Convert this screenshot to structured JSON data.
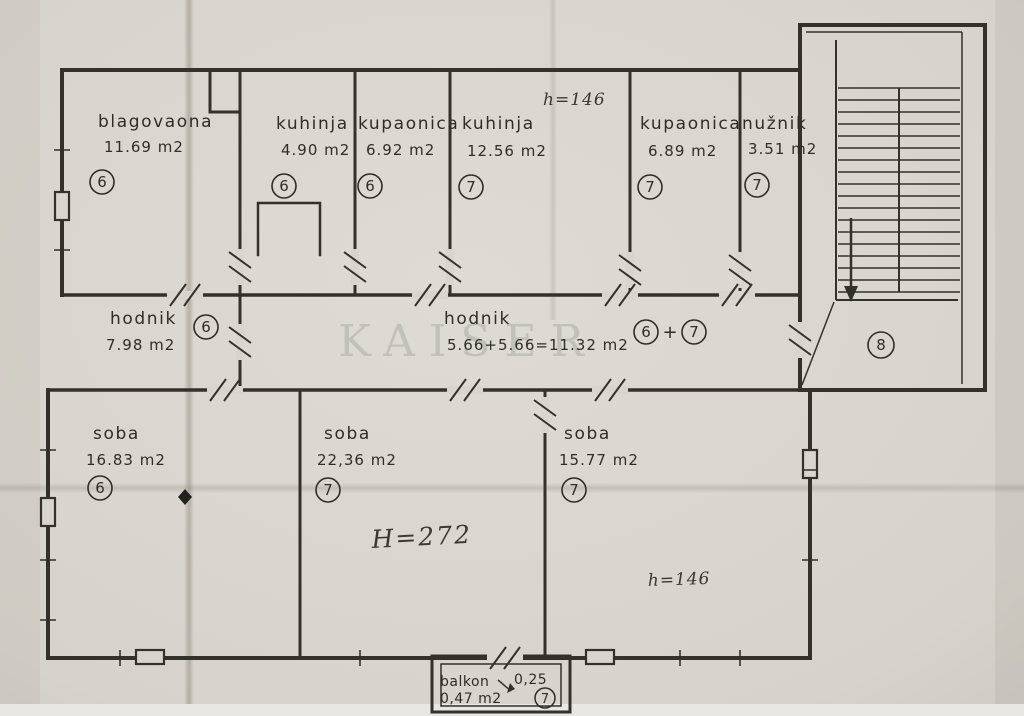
{
  "rooms": {
    "blagovaona": {
      "label": "blagovaona",
      "area": "11.69 m2",
      "unit": "6"
    },
    "kuhinja_a": {
      "label": "kuhinja",
      "area": "4.90 m2",
      "unit": "6"
    },
    "kupaonica_a": {
      "label": "kupaonica",
      "area": "6.92 m2",
      "unit": "6"
    },
    "kuhinja_b": {
      "label": "kuhinja",
      "area": "12.56 m2",
      "unit": "7"
    },
    "kupaonica_b": {
      "label": "kupaonica",
      "area": "6.89 m2",
      "unit": "7"
    },
    "nuznik": {
      "label": "nužnik",
      "area": "3.51 m2",
      "unit": "7"
    },
    "hodnik_a": {
      "label": "hodnik",
      "area": "7.98 m2",
      "unit": "6"
    },
    "hodnik_b": {
      "label": "hodnik",
      "area": "5.66+5.66=11.32 m2",
      "unit_left": "6",
      "plus": "+",
      "unit_right": "7"
    },
    "soba_a": {
      "label": "soba",
      "area": "16.83 m2",
      "unit": "6"
    },
    "soba_b": {
      "label": "soba",
      "area": "22,36 m2",
      "unit": "7"
    },
    "soba_c": {
      "label": "soba",
      "area": "15.77 m2",
      "unit": "7"
    },
    "balkon": {
      "label": "balkon",
      "area": "0,47 m2",
      "unit": "7"
    }
  },
  "staircase": {
    "unit": "8"
  },
  "annotations": {
    "ceiling_top": "h=146",
    "ceiling_main": "H=272",
    "ceiling_low": "h=146",
    "balcony_depth": "0,25"
  },
  "watermark": {
    "text": "KAISER"
  }
}
